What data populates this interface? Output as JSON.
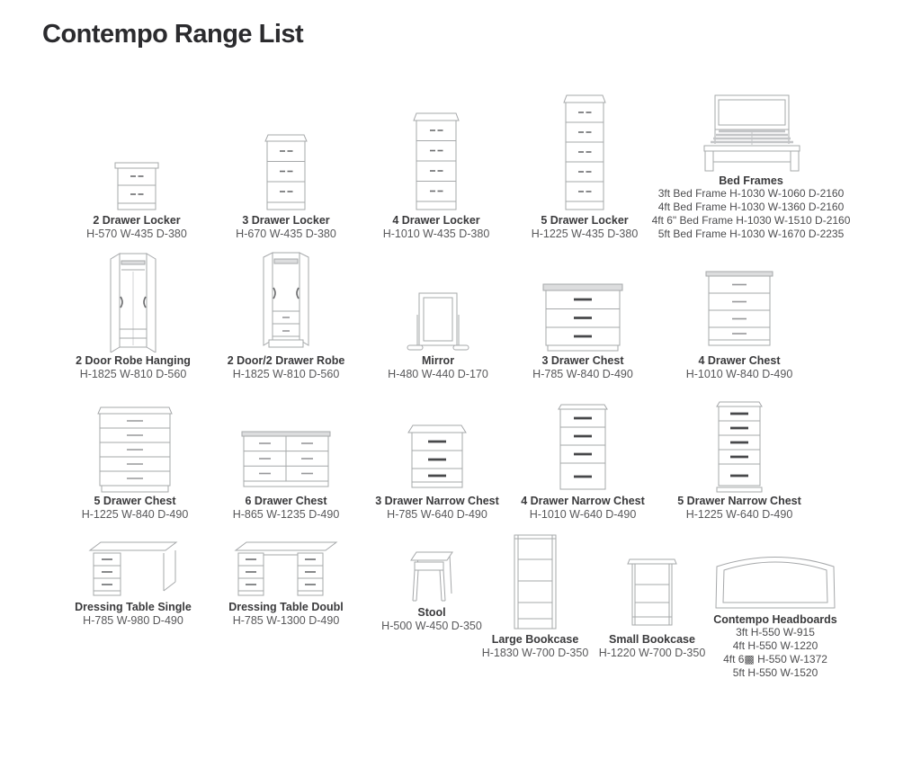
{
  "page": {
    "title": "Contempo Range List"
  },
  "items": {
    "locker2": {
      "name": "2 Drawer Locker",
      "dims": "H-570 W-435 D-380"
    },
    "locker3": {
      "name": "3 Drawer Locker",
      "dims": "H-670 W-435 D-380"
    },
    "locker4": {
      "name": "4 Drawer Locker",
      "dims": "H-1010 W-435 D-380"
    },
    "locker5": {
      "name": "5 Drawer Locker",
      "dims": "H-1225 W-435 D-380"
    },
    "bed_frames": {
      "name": "Bed Frames",
      "lines": [
        "3ft Bed Frame H-1030 W-1060 D-2160",
        "4ft Bed Frame H-1030 W-1360 D-2160",
        "4ft 6\" Bed Frame H-1030 W-1510 D-2160",
        "5ft Bed Frame H-1030 W-1670 D-2235"
      ]
    },
    "robe_hanging": {
      "name": "2 Door Robe Hanging",
      "dims": "H-1825 W-810 D-560"
    },
    "robe_drawer": {
      "name": "2 Door/2 Drawer Robe",
      "dims": "H-1825 W-810 D-560"
    },
    "mirror": {
      "name": "Mirror",
      "dims": "H-480 W-440 D-170"
    },
    "chest3": {
      "name": "3 Drawer Chest",
      "dims": "H-785 W-840 D-490"
    },
    "chest4": {
      "name": "4 Drawer Chest",
      "dims": "H-1010 W-840 D-490"
    },
    "chest5": {
      "name": "5 Drawer Chest",
      "dims": "H-1225 W-840 D-490"
    },
    "chest6": {
      "name": "6 Drawer Chest",
      "dims": "H-865 W-1235 D-490"
    },
    "narrow3": {
      "name": "3 Drawer Narrow Chest",
      "dims": "H-785 W-640 D-490"
    },
    "narrow4": {
      "name": "4 Drawer Narrow Chest",
      "dims": "H-1010 W-640 D-490"
    },
    "narrow5": {
      "name": "5 Drawer Narrow Chest",
      "dims": "H-1225 W-640 D-490"
    },
    "dressing_single": {
      "name": "Dressing Table Single",
      "dims": "H-785 W-980 D-490"
    },
    "dressing_double": {
      "name": "Dressing Table Doubl",
      "dims": "H-785 W-1300 D-490"
    },
    "stool": {
      "name": "Stool",
      "dims": "H-500 W-450 D-350"
    },
    "bookcase_large": {
      "name": "Large Bookcase",
      "dims": "H-1830 W-700 D-350"
    },
    "bookcase_small": {
      "name": "Small Bookcase",
      "dims": "H-1220 W-700 D-350"
    },
    "headboards": {
      "name": "Contempo Headboards",
      "lines": [
        "3ft H-550 W-915",
        "4ft H-550 W-1220",
        "4ft 6▩ H-550 W-1372",
        "5ft H-550 W-1520"
      ]
    }
  }
}
